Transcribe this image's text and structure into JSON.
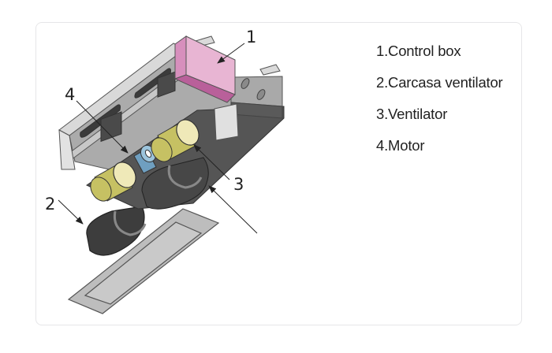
{
  "diagram": {
    "title": "Fan coil unit components",
    "callouts": [
      "1",
      "2",
      "3",
      "4"
    ]
  },
  "legend": {
    "items": [
      {
        "label": "1.Control box"
      },
      {
        "label": "2.Carcasa ventilator"
      },
      {
        "label": "3.Ventilator"
      },
      {
        "label": "4.Motor"
      }
    ]
  },
  "colors": {
    "control_box": "#e8b5d3",
    "control_box_dark": "#c06a9c",
    "fan_yellow": "#c9c46a",
    "fan_rim": "#efe9b8",
    "motor_blue": "#6f9fc0",
    "housing_dark": "#4a4a4a",
    "frame_gray": "#a9a9a9",
    "light_gray": "#d6d6d6",
    "card_border": "#e6e6e8"
  }
}
